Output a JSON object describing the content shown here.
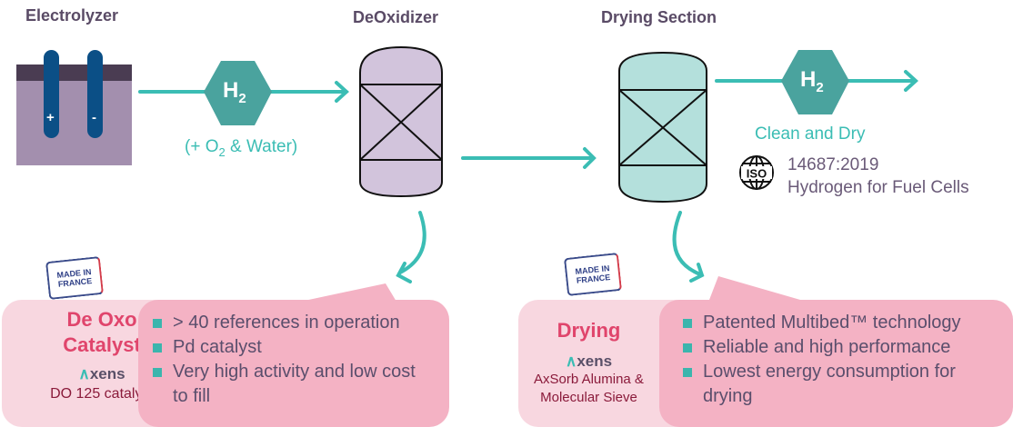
{
  "colors": {
    "teal_arrow": "#3bbdb4",
    "hexagon": "#4aa39e",
    "deoxidizer_vessel": "#d2c4dc",
    "drying_vessel": "#b4e0dc",
    "electrolyzer_body": "#a38fae",
    "electrolyzer_top": "#4a3c52",
    "electrode": "#0b4f86",
    "panel_light": "#f8d7e0",
    "panel_dark": "#f4b2c4",
    "panel_title": "#e0456c",
    "bullet": "#3bb5ad"
  },
  "sections": {
    "electrolyzer": {
      "title": "Electrolyzer",
      "plus": "+",
      "minus": "-"
    },
    "deoxidizer": {
      "title": "DeOxidizer"
    },
    "drying": {
      "title": "Drying Section"
    }
  },
  "flow": {
    "h2_in": {
      "symbol": "H",
      "subscript": "2",
      "caption_prefix": "(+ O",
      "caption_sub": "2",
      "caption_suffix": " & Water)"
    },
    "h2_out": {
      "symbol": "H",
      "subscript": "2",
      "caption": "Clean and Dry"
    },
    "iso": {
      "icon_label": "ISO",
      "standard": "14687:2019",
      "description": "Hydrogen for Fuel Cells"
    }
  },
  "badges": {
    "made_in_line1": "MADE IN",
    "made_in_line2": "FRANCE"
  },
  "panels": {
    "deoxo": {
      "title_line1": "De Oxo",
      "title_line2": "Catalyst",
      "brand": "xens",
      "product": "DO 125 catalyst",
      "bullets": [
        "> 40 references in operation",
        "Pd catalyst",
        "Very high activity and low cost to fill"
      ]
    },
    "drying": {
      "title": "Drying",
      "brand": "xens",
      "product_line1": "AxSorb Alumina &",
      "product_line2": "Molecular Sieve",
      "bullets": [
        "Patented Multibed™ technology",
        "Reliable and high performance",
        "Lowest energy consumption for drying"
      ]
    }
  }
}
